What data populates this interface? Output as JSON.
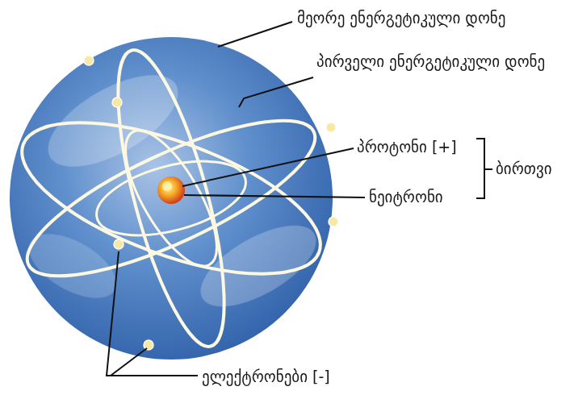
{
  "diagram": {
    "labels": [
      "მეორე ენერგეტიკული დონე",
      "პირველი ენერგეტიკული დონე",
      "პროტონი [+]",
      "ბირთვი",
      "ნეიტრონი",
      "ელექტრონები [-]"
    ]
  }
}
